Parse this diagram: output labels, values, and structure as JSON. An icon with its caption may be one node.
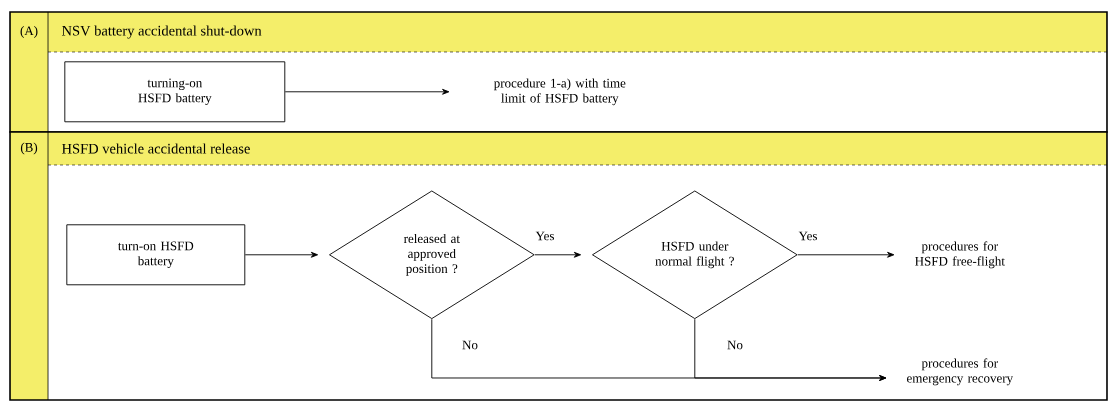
{
  "diagram": {
    "nodes": [
      {
        "text": [
          "(A)",
          "NSV battery accidental shut-down"
        ]
      },
      {
        "text": [
          "turning-on HSFD battery"
        ],
        "in": 0
      },
      {
        "text": [
          "procedure 1-a) with time limit of HSFD battery"
        ],
        "in": 0
      },
      {
        "text": [
          "(B)",
          "HSFD vehicle accidental release"
        ]
      },
      {
        "text": [
          "turn-on HSFD battery"
        ],
        "in": 3
      },
      {
        "text": [
          "released at approved position ?"
        ],
        "in": 3
      },
      {
        "text": [
          "HSFD under normal flight ?"
        ],
        "in": 3
      },
      {
        "text": [
          "procedures for HSFD free-flight"
        ],
        "in": 3
      },
      {
        "text": [
          "procedures for emergency recovery"
        ],
        "in": 3
      }
    ],
    "edges": [
      {
        "from": 1,
        "to": 2,
        "arrow": "to"
      },
      {
        "from": 4,
        "to": 5,
        "arrow": "to"
      },
      {
        "from": 5,
        "to": 6,
        "arrow": "to",
        "label": "Yes"
      },
      {
        "from": 6,
        "to": 7,
        "arrow": "to",
        "label": "Yes"
      },
      {
        "from": 5,
        "to": 8,
        "arrow": "to",
        "label": "No"
      },
      {
        "from": 6,
        "to": 8,
        "arrow": "to",
        "label": "No"
      }
    ]
  }
}
